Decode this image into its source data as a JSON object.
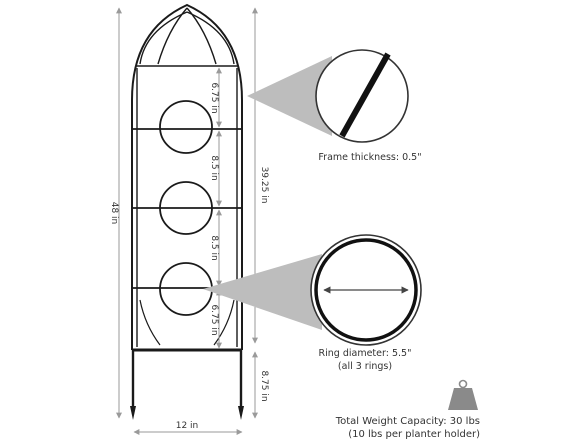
{
  "dimensions": {
    "overall_height": "48 in",
    "panel_height": "39.25 in",
    "leg_height": "8.75 in",
    "width": "12 in",
    "top_gap": "6.75 in",
    "ring_gap_1": "8.5 in",
    "ring_gap_2": "8.5 in",
    "bottom_gap": "6.75 in"
  },
  "callouts": {
    "frame_thickness": "Frame thickness: 0.5\"",
    "ring_diameter": "Ring diameter: 5.5\"",
    "ring_note": "(all 3 rings)"
  },
  "capacity": {
    "line1": "Total Weight Capacity: 30 lbs",
    "line2": "(10 lbs per planter holder)",
    "icon": "weight-icon"
  },
  "colors": {
    "frame": "#1a1a1a",
    "dimension": "#9a9a9a",
    "callout_fill": "#bdbdbd",
    "weight_fill": "#8a8a8a"
  }
}
